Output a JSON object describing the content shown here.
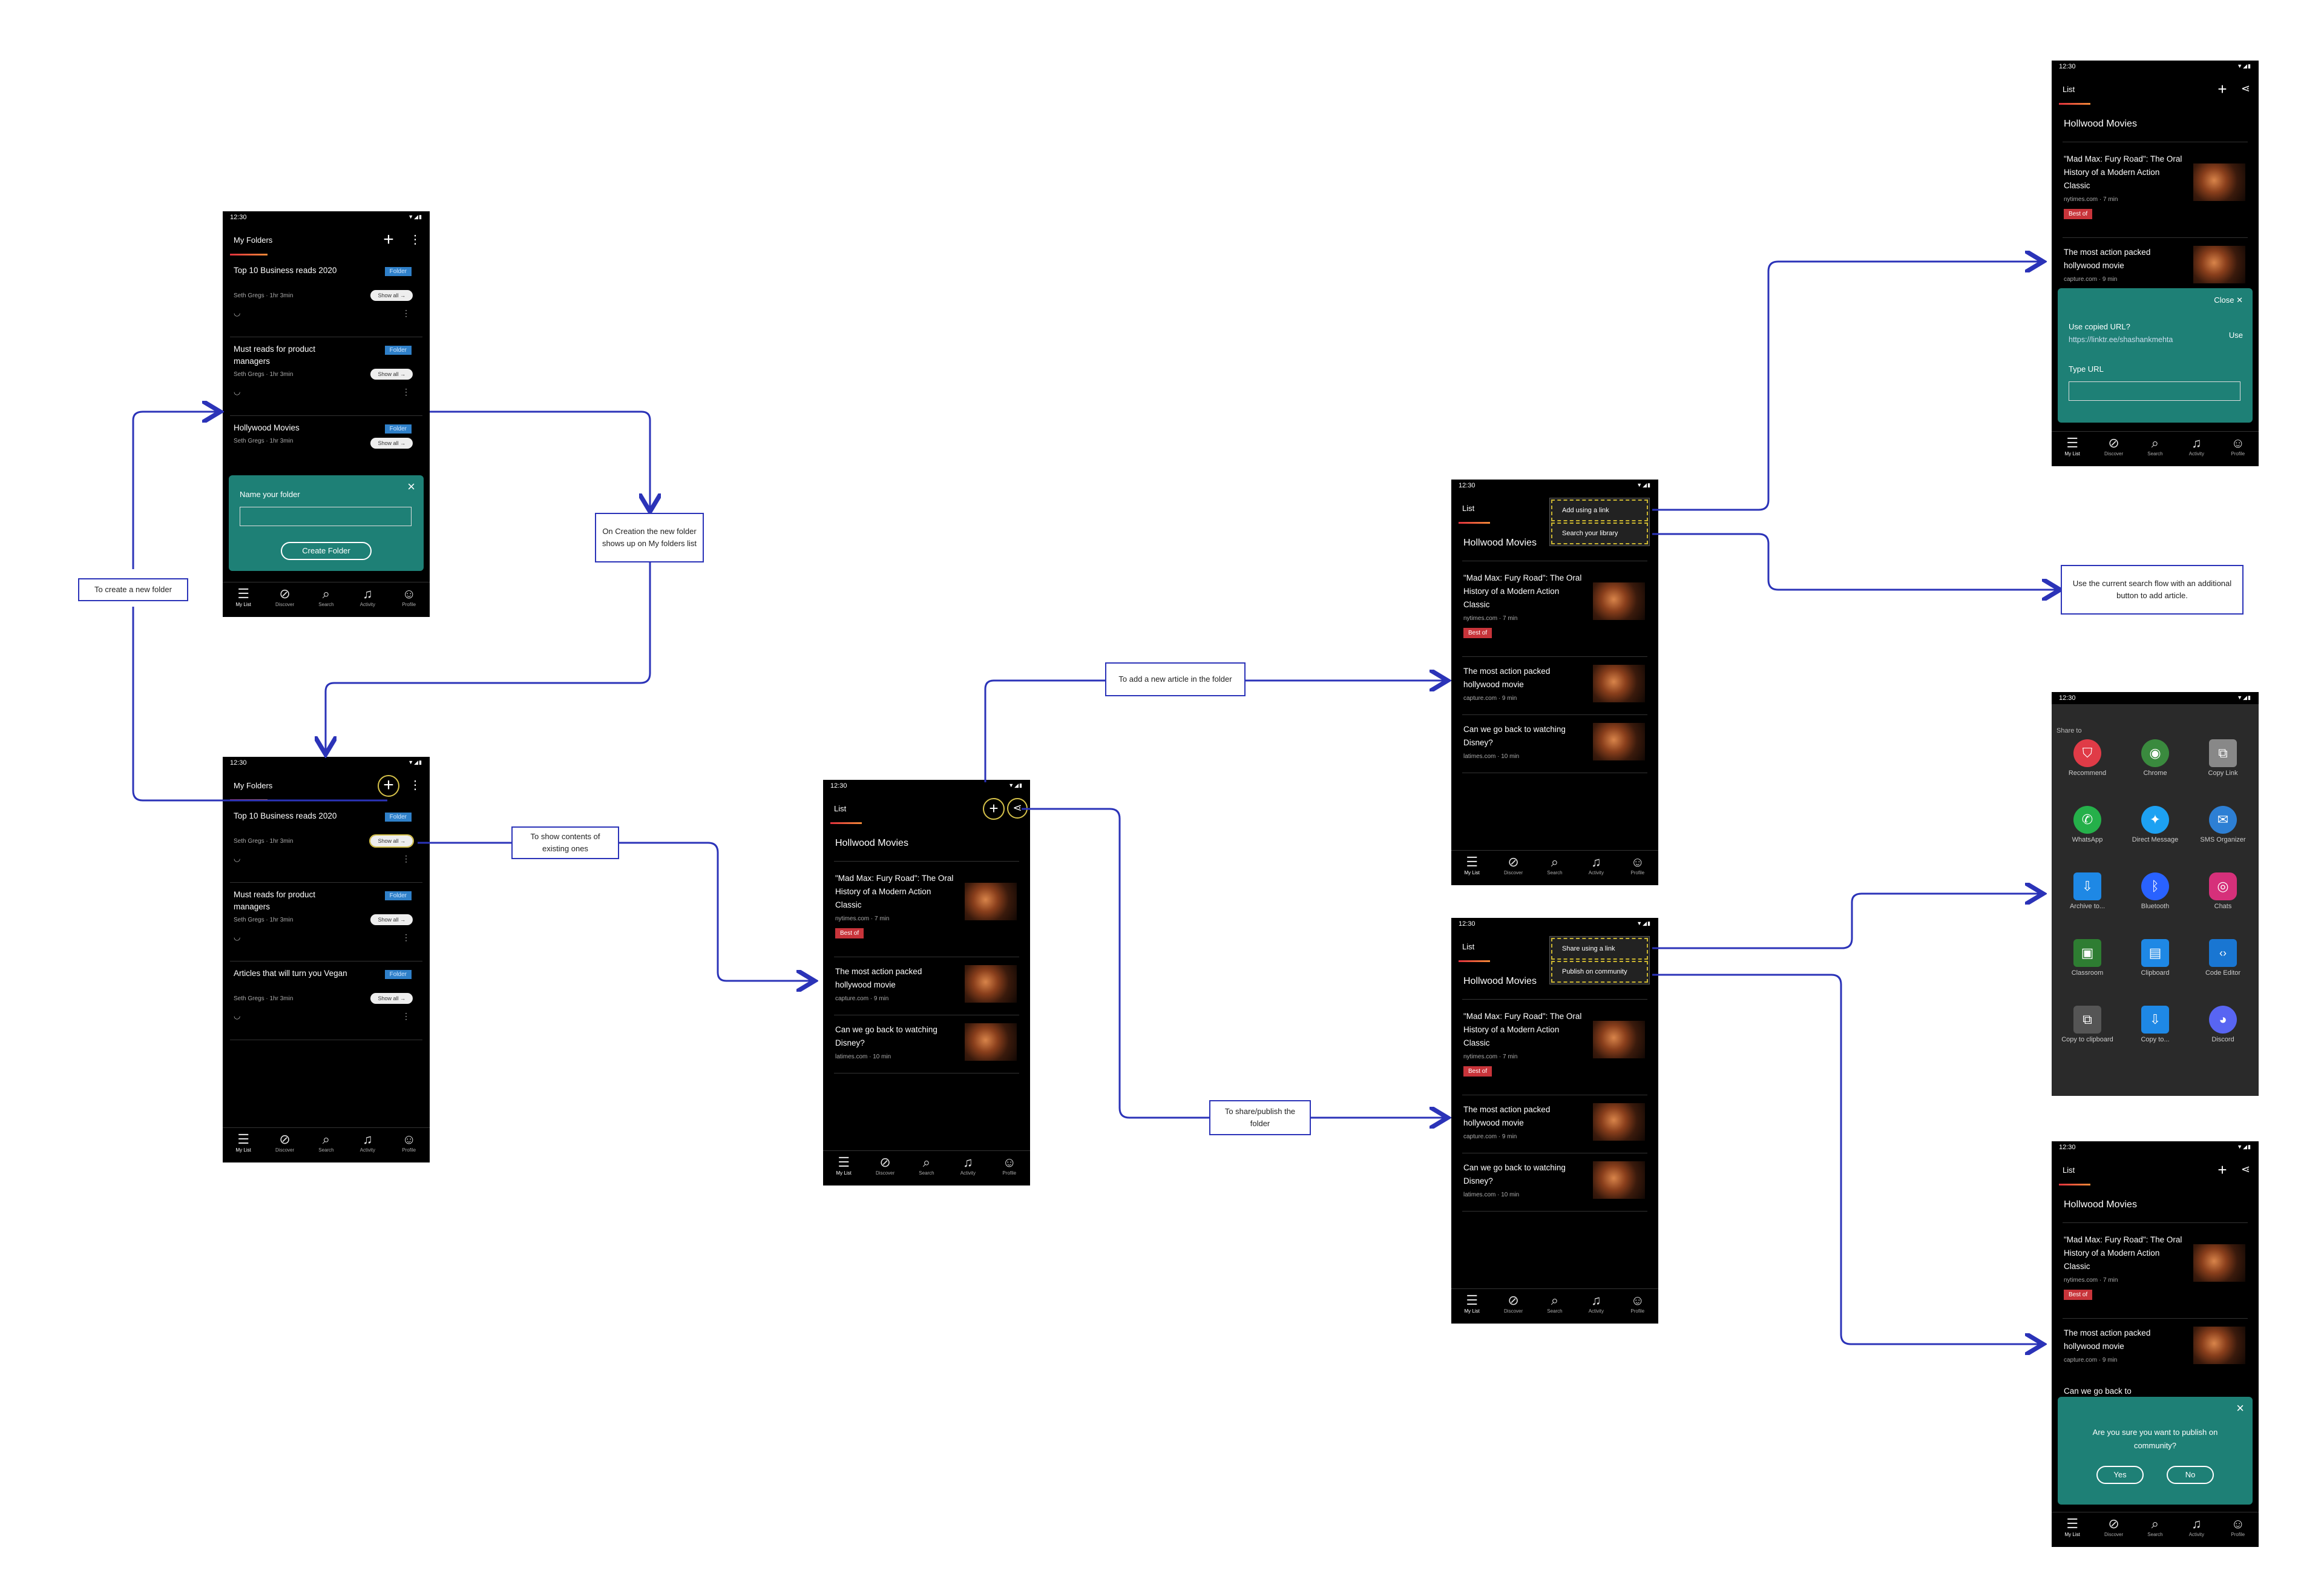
{
  "notes": {
    "create_folder": "To create a new folder",
    "on_creation": "On Creation the new folder shows up on My folders list",
    "show_contents": "To show contents of existing ones",
    "add_article": "To add a new article in the folder",
    "share_publish": "To share/publish the folder",
    "search_flow": "Use the current search flow with an additional button to add article."
  },
  "status_time": "12:30",
  "folders_title": "My Folders",
  "folder_tag": "Folder",
  "show_all": "Show all",
  "folder_meta": "Seth Gregs  ·  1hr 3min",
  "folders_a": [
    {
      "title": "Top 10 Business reads 2020"
    },
    {
      "title": "Must reads for product managers"
    },
    {
      "title": "Hollywood Movies"
    }
  ],
  "folders_b": [
    {
      "title": "Top 10 Business reads 2020"
    },
    {
      "title": "Must reads for product managers"
    },
    {
      "title": "Articles that will turn you Vegan"
    }
  ],
  "create_sheet": {
    "label": "Name your folder",
    "button": "Create Folder"
  },
  "list_tab": "List",
  "folder_name": "Hollwood Movies",
  "articles": [
    {
      "title": "\"Mad Max: Fury Road\": The Oral History of a Modern Action Classic",
      "meta": "nytimes.com  ·  7 min",
      "badge": "Best of"
    },
    {
      "title": "The most action packed hollywood movie",
      "meta": "capture.com  ·  9 min",
      "badge": ""
    },
    {
      "title": "Can we go back to watching Disney?",
      "meta": "latimes.com  ·  10 min",
      "badge": ""
    }
  ],
  "article3_cut": "Can we go back to",
  "add_menu": [
    "Add using a link",
    "Search your library"
  ],
  "share_menu": [
    "Share using a link",
    "Publish on community"
  ],
  "url_sheet": {
    "close": "Close",
    "copied": "Use copied URL?",
    "url": "https://linktr.ee/shashankmehta",
    "use": "Use",
    "type": "Type URL"
  },
  "share_sheet": {
    "title": "Share to",
    "apps": [
      {
        "label": "Recommend",
        "color": "#e03b47",
        "glyph": "⛉"
      },
      {
        "label": "Chrome",
        "color": "#3a8a3e",
        "glyph": "◉"
      },
      {
        "label": "Copy Link",
        "color": "#888888",
        "glyph": "⧉"
      },
      {
        "label": "WhatsApp",
        "color": "#25b04a",
        "glyph": "✆"
      },
      {
        "label": "Direct Message",
        "color": "#1da1f2",
        "glyph": "✦"
      },
      {
        "label": "SMS Organizer",
        "color": "#2d7fd4",
        "glyph": "✉"
      },
      {
        "label": "Archive to...",
        "color": "#1e88e5",
        "glyph": "⇩"
      },
      {
        "label": "Bluetooth",
        "color": "#2962ff",
        "glyph": "ᛒ"
      },
      {
        "label": "Chats",
        "color": "#d6307a",
        "glyph": "◎"
      },
      {
        "label": "Classroom",
        "color": "#2e7d32",
        "glyph": "▣"
      },
      {
        "label": "Clipboard",
        "color": "#1e88e5",
        "glyph": "▤"
      },
      {
        "label": "Code Editor",
        "color": "#1976d2",
        "glyph": "‹›"
      },
      {
        "label": "Copy to clipboard",
        "color": "#555555",
        "glyph": "⧉"
      },
      {
        "label": "Copy to...",
        "color": "#1e88e5",
        "glyph": "⇩"
      },
      {
        "label": "Discord",
        "color": "#5865f2",
        "glyph": "◕"
      }
    ]
  },
  "publish_sheet": {
    "question": "Are you sure you want to publish on community?",
    "yes": "Yes",
    "no": "No"
  },
  "nav": [
    "My List",
    "Discover",
    "Search",
    "Activity",
    "Profile"
  ],
  "accent": "#2b33b8"
}
